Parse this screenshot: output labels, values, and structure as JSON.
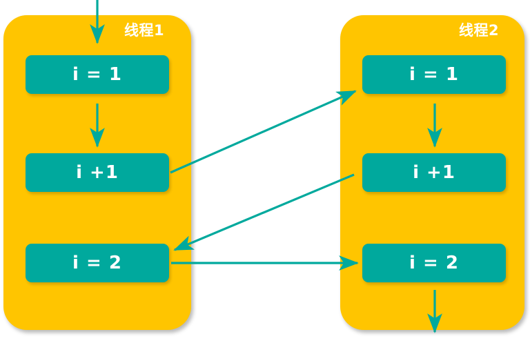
{
  "diagram": {
    "type": "flow-diagram",
    "title": "",
    "background_color": "#ffffff",
    "panel_color": "#ffc500",
    "box_color": "#00a99d",
    "arrow_color": "#00a99d",
    "text_color": "#ffffff"
  },
  "threads": [
    {
      "id": "thread-1",
      "title": "线程1",
      "steps": [
        {
          "id": "t1-s1",
          "label": "i = 1"
        },
        {
          "id": "t1-s2",
          "label": "i +1"
        },
        {
          "id": "t1-s3",
          "label": "i = 2"
        }
      ]
    },
    {
      "id": "thread-2",
      "title": "线程2",
      "steps": [
        {
          "id": "t2-s1",
          "label": "i = 1"
        },
        {
          "id": "t2-s2",
          "label": "i +1"
        },
        {
          "id": "t2-s3",
          "label": "i = 2"
        }
      ]
    }
  ],
  "connections": [
    {
      "id": "entry-arrow",
      "from": "top-edge",
      "to": "t1-s1",
      "kind": "vertical"
    },
    {
      "id": "t1-s1-to-t1-s2",
      "from": "t1-s1",
      "to": "t1-s2",
      "kind": "vertical"
    },
    {
      "id": "t1-s2-to-t2-s1",
      "from": "t1-s2",
      "to": "t2-s1",
      "kind": "cross-up"
    },
    {
      "id": "t2-s1-to-t2-s2",
      "from": "t2-s1",
      "to": "t2-s2",
      "kind": "vertical"
    },
    {
      "id": "t2-s2-to-t1-s3",
      "from": "t2-s2",
      "to": "t1-s3",
      "kind": "cross-down"
    },
    {
      "id": "t1-s3-to-t2-s3",
      "from": "t1-s3",
      "to": "t2-s3",
      "kind": "horizontal"
    },
    {
      "id": "exit-arrow",
      "from": "t2-s3",
      "to": "bottom-edge",
      "kind": "vertical"
    }
  ]
}
